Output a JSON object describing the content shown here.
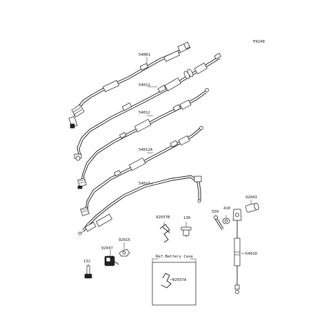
{
  "figure_code": "F0240",
  "callouts": {
    "p54001": "54001",
    "p54011": "54011",
    "p54012": "54012",
    "p54012A": "54012A",
    "p54017": "54017",
    "p92037B": "92037B",
    "p130": "130",
    "p550": "550",
    "p410": "410",
    "p92043": "92043",
    "p92015": "92015",
    "p92037": "92037",
    "p132": "132",
    "p54010": "54010",
    "p92037A": "92037A"
  },
  "ref_box": {
    "label": "Ref.Battery Case"
  },
  "icons": [
    "cable",
    "clamp",
    "bolt",
    "cotter-pin",
    "collar",
    "grommet",
    "spring-clip"
  ]
}
